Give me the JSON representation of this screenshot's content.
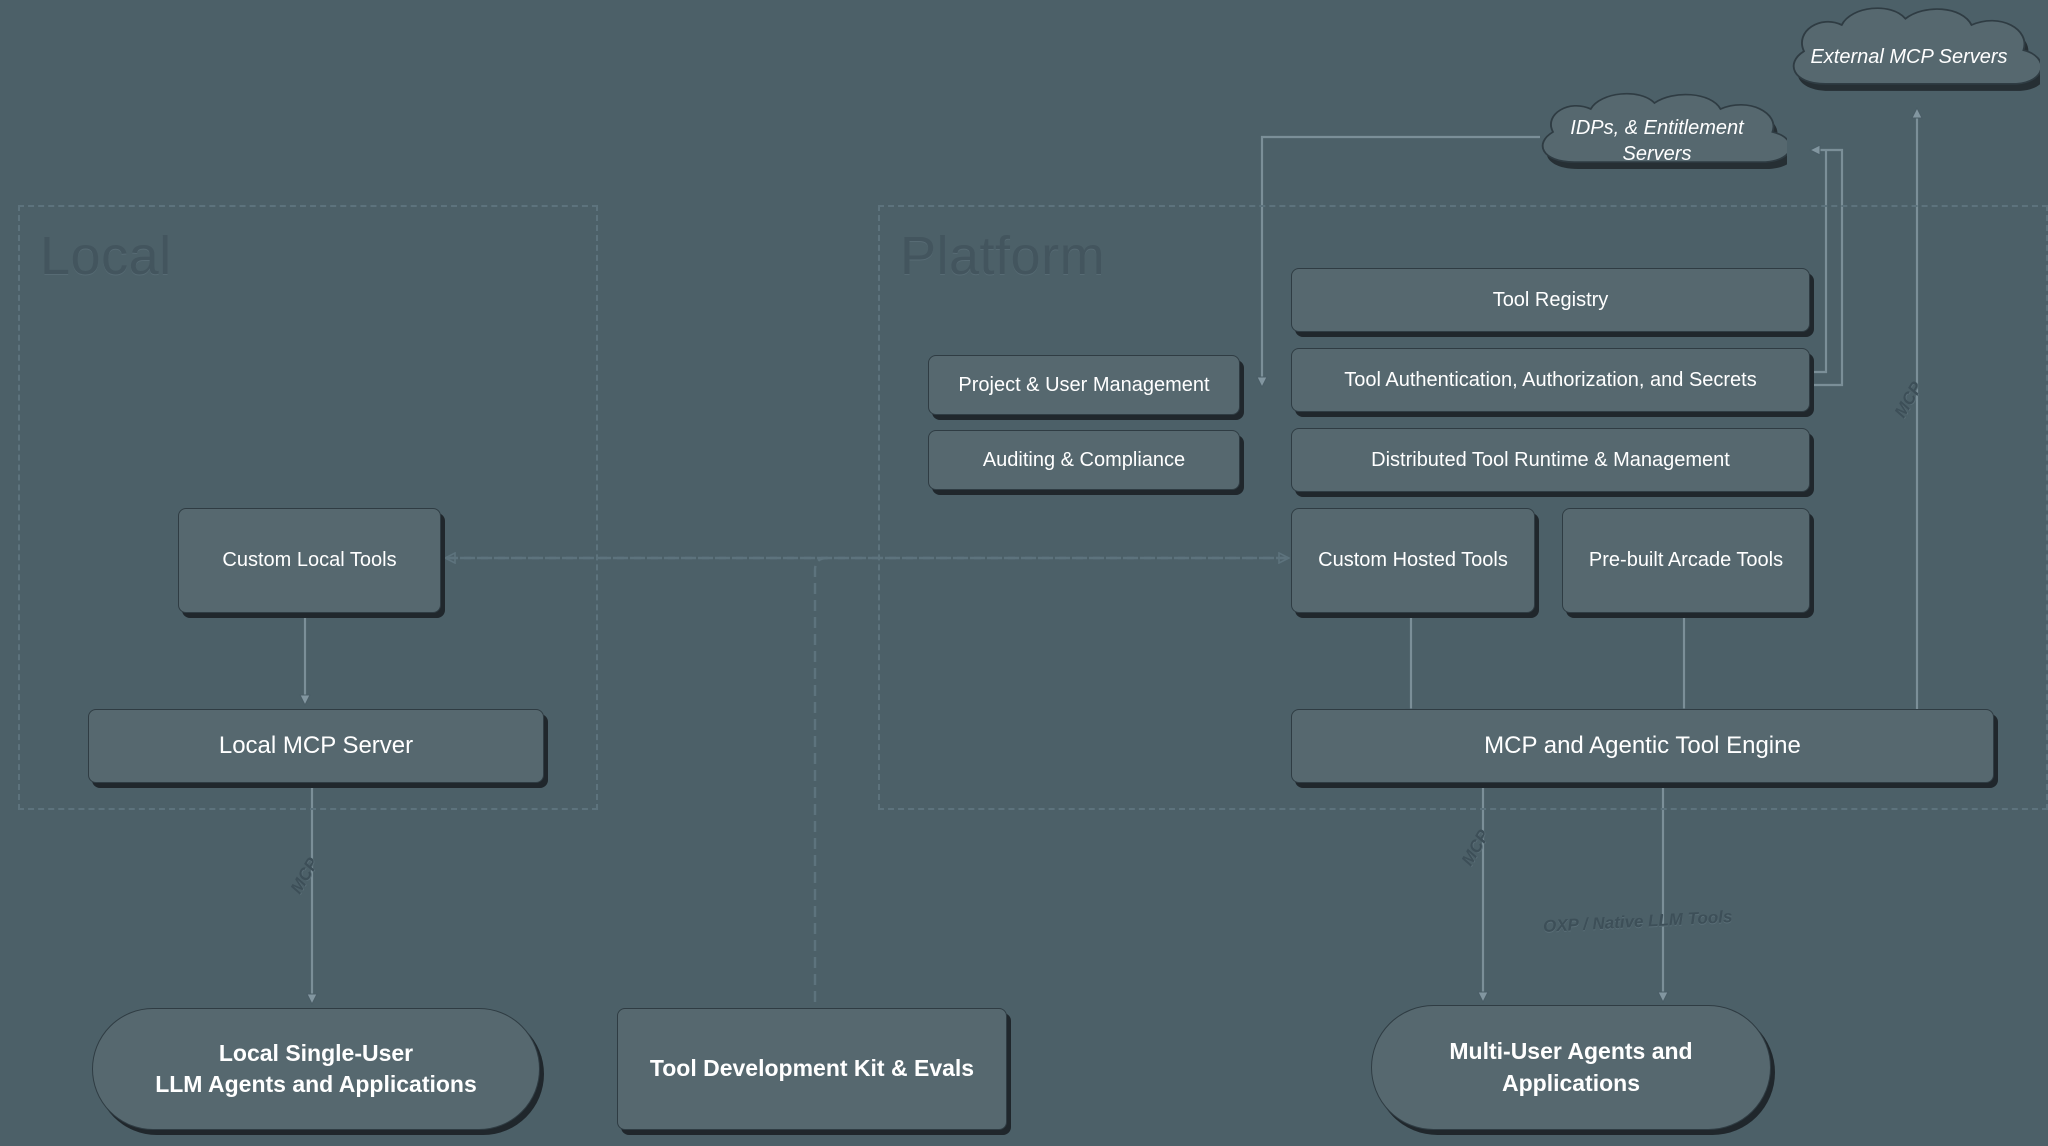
{
  "diagram": {
    "title": "Arcade Local vs Platform Tool Architecture",
    "background_color": "#4c6068",
    "node_fill": "#56688f",
    "node_stroke": "#2f3c43",
    "text_color": "#ffffff",
    "zone_label_color": "#43555e",
    "edge_color": "#7b8f98"
  },
  "zones": [
    {
      "id": "local",
      "label": "Local"
    },
    {
      "id": "platform",
      "label": "Platform"
    }
  ],
  "clouds": [
    {
      "id": "external-mcp",
      "label": "External MCP Servers"
    },
    {
      "id": "idps",
      "label": "IDPs, & Entitlement Servers"
    }
  ],
  "nodes": [
    {
      "id": "custom-local-tools",
      "label": "Custom Local Tools"
    },
    {
      "id": "local-mcp-server",
      "label": "Local MCP Server"
    },
    {
      "id": "local-agents",
      "label": "Local Single-User\nLLM Agents and Applications",
      "line1": "Local Single-User",
      "line2": "LLM Agents and Applications"
    },
    {
      "id": "tool-dev-kit",
      "label": "Tool Development Kit & Evals"
    },
    {
      "id": "project-user-mgmt",
      "label": "Project & User Management"
    },
    {
      "id": "auditing-compliance",
      "label": "Auditing & Compliance"
    },
    {
      "id": "tool-registry",
      "label": "Tool Registry"
    },
    {
      "id": "tool-auth",
      "label": "Tool Authentication, Authorization, and Secrets"
    },
    {
      "id": "distributed-runtime",
      "label": "Distributed Tool Runtime & Management"
    },
    {
      "id": "custom-hosted-tools",
      "label": "Custom Hosted Tools"
    },
    {
      "id": "prebuilt-arcade-tools",
      "label": "Pre-built Arcade Tools"
    },
    {
      "id": "mcp-engine",
      "label": "MCP and Agentic Tool Engine"
    },
    {
      "id": "multi-user-agents",
      "label": "Multi-User Agents and Applications",
      "line1": "Multi-User Agents and",
      "line2": "Applications"
    }
  ],
  "edge_labels": [
    {
      "id": "mcp-local",
      "text": "MCP"
    },
    {
      "id": "mcp-platform",
      "text": "MCP"
    },
    {
      "id": "mcp-external",
      "text": "MCP"
    },
    {
      "id": "oxp-native",
      "text": "OXP / Native LLM Tools"
    }
  ]
}
